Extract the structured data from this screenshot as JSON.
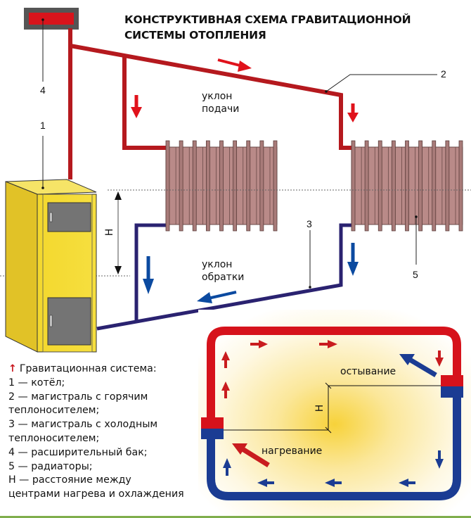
{
  "title": {
    "line1": "КОНСТРУКТИВНАЯ СХЕМА ГРАВИТАЦИОННОЙ",
    "line2": "СИСТЕМЫ ОТОПЛЕНИЯ"
  },
  "labels": {
    "supply_slope_1": "уклон",
    "supply_slope_2": "подачи",
    "return_slope_1": "уклон",
    "return_slope_2": "обратки",
    "height": "H",
    "callout_1": "1",
    "callout_2": "2",
    "callout_3": "3",
    "callout_4": "4",
    "callout_5": "5"
  },
  "inset": {
    "cooling": "остывание",
    "heating": "нагревание",
    "height": "H"
  },
  "legend": {
    "arrow_icon": "↑",
    "header": "Гравитационная система:",
    "items": [
      "1 — котёл;",
      "2 — магистраль с горячим",
      "теплоносителем;",
      "3 — магистраль с холодным",
      "теплоносителем;",
      "4 — расширительный бак;",
      "5 — радиаторы;",
      "H — расстояние между",
      "центрами нагрева и охлаждения"
    ]
  },
  "colors": {
    "hot_pipe": "#b5191e",
    "cold_pipe": "#2a2270",
    "hot_arrow": "#e0121b",
    "cold_arrow": "#0b4aa0",
    "boiler": "#f2d530",
    "radiator": "#b88886",
    "inset_hot": "#d6121b",
    "inset_cold": "#1b3c93"
  }
}
